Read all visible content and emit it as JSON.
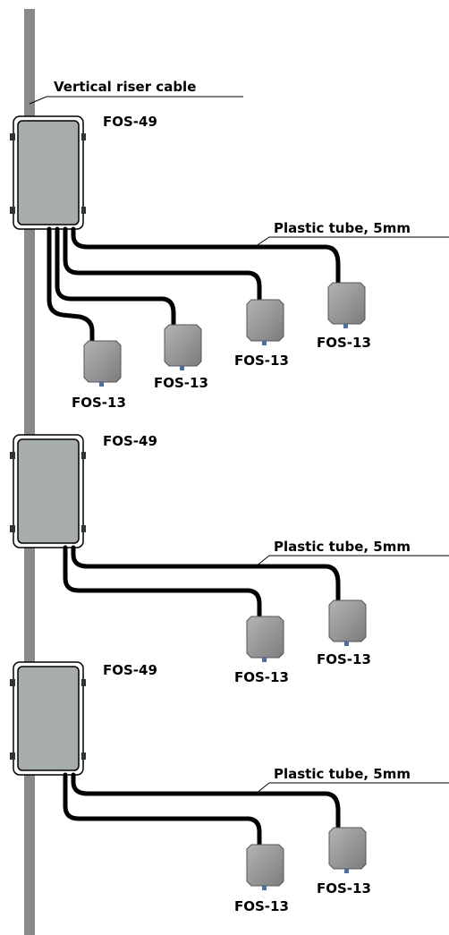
{
  "riser": {
    "label": "Vertical riser cable"
  },
  "groups": [
    {
      "enclosure": {
        "label": "FOS-49"
      },
      "tube": {
        "label": "Plastic tube, 5mm"
      },
      "terminals": [
        {
          "label": "FOS-13"
        },
        {
          "label": "FOS-13"
        },
        {
          "label": "FOS-13"
        },
        {
          "label": "FOS-13"
        }
      ]
    },
    {
      "enclosure": {
        "label": "FOS-49"
      },
      "tube": {
        "label": "Plastic tube, 5mm"
      },
      "terminals": [
        {
          "label": "FOS-13"
        },
        {
          "label": "FOS-13"
        }
      ]
    },
    {
      "enclosure": {
        "label": "FOS-49"
      },
      "tube": {
        "label": "Plastic tube, 5mm"
      },
      "terminals": [
        {
          "label": "FOS-13"
        },
        {
          "label": "FOS-13"
        }
      ]
    }
  ],
  "colors": {
    "riser": "#8a8a8a",
    "enclosure_fill": "#a7ada9",
    "terminal_fill": "#9a9a9a",
    "cable": "#000000",
    "connector": "#4a6fa5"
  }
}
